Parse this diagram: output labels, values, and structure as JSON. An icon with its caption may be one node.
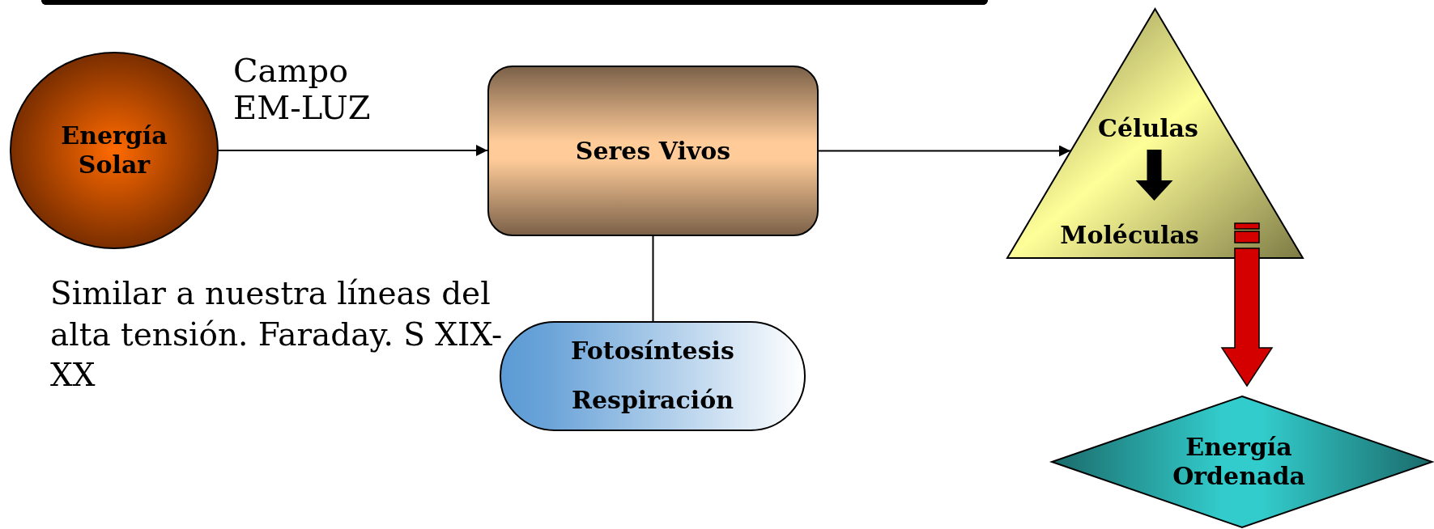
{
  "diagram": {
    "nodes": [
      {
        "text": [],
        "shape": "box"
      },
      {
        "text": [
          "Energía Solar"
        ]
      },
      {
        "text": [
          "Seres Vivos"
        ]
      },
      {
        "text": [
          "Células",
          "Moléculas"
        ]
      },
      {
        "text": [
          "Fotosíntesis",
          "Respiración"
        ]
      },
      {
        "text": [
          "Energía Ordenada"
        ]
      }
    ],
    "edges": [
      {
        "from": 1,
        "to": 2,
        "arrow": "to",
        "label": "Campo EM-LUZ"
      },
      {
        "from": 2,
        "to": 3,
        "arrow": "to"
      },
      {
        "from": 2,
        "to": 4,
        "arrow": "none"
      },
      {
        "from": 3,
        "to": 5,
        "arrow": "to",
        "style": "thick",
        "color": "#d40000"
      }
    ],
    "labels": [
      "Similar a nuestra líneas del alta tensión. Faraday. S XIX-XX"
    ]
  }
}
